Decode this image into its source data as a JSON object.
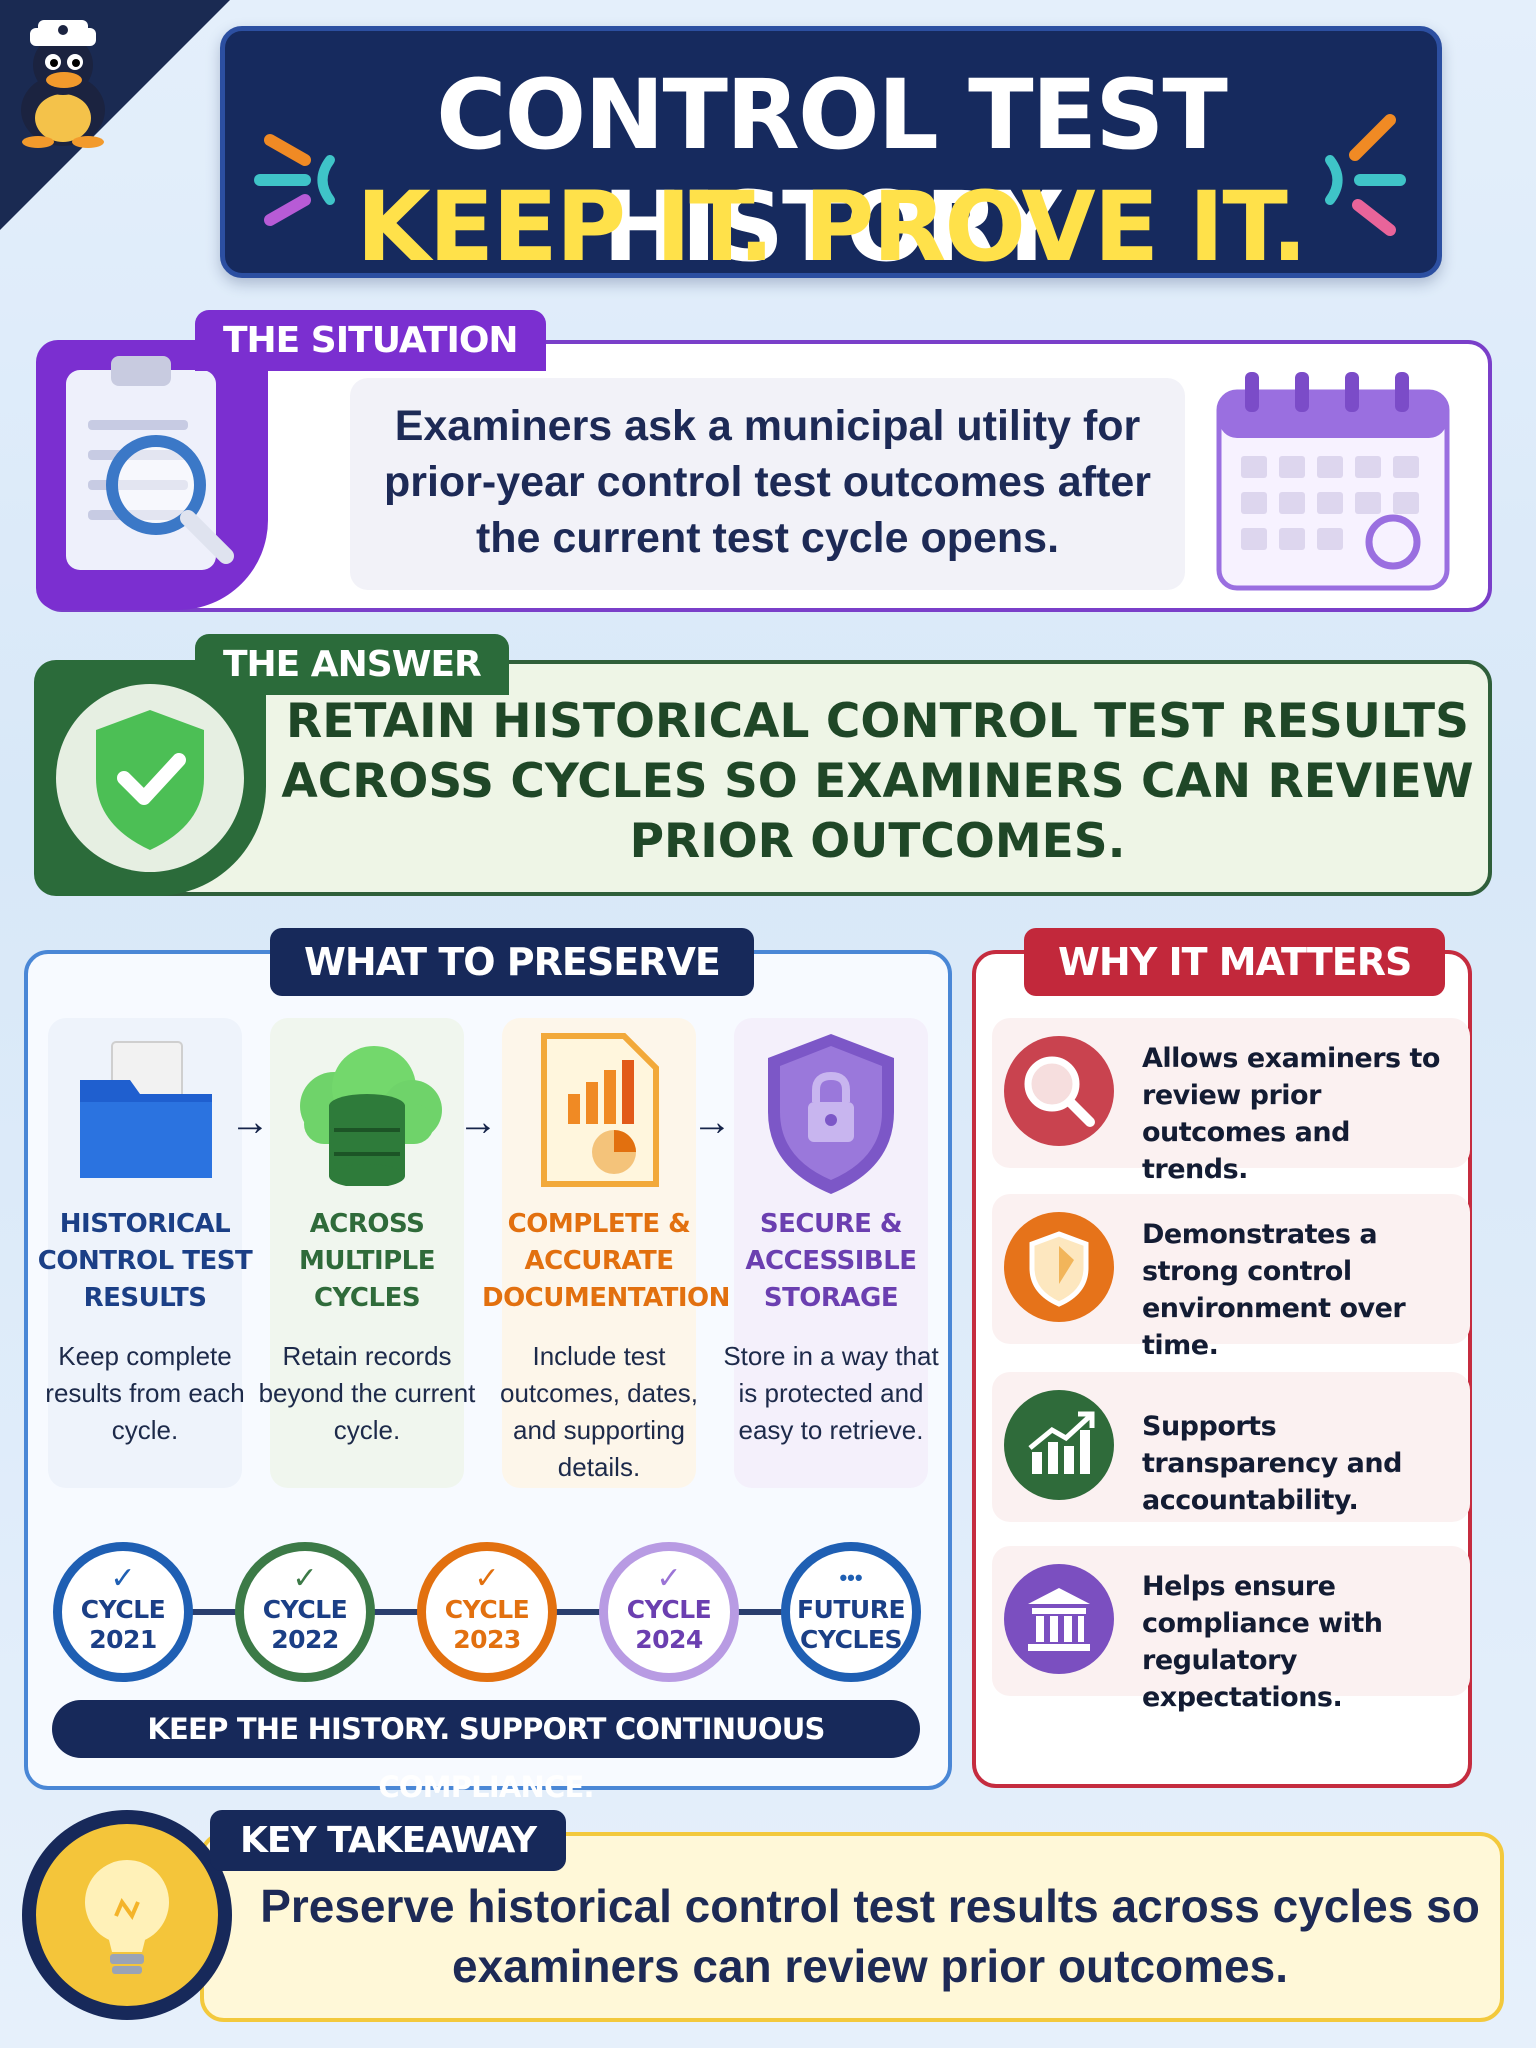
{
  "header": {
    "title_line1": "CONTROL TEST HISTORY",
    "title_line2": "KEEP IT. PROVE IT."
  },
  "situation": {
    "tab": "THE SITUATION",
    "text": "Examiners ask a municipal utility for prior-year control test outcomes after the current test cycle opens."
  },
  "answer": {
    "tab": "THE ANSWER",
    "text": "RETAIN HISTORICAL CONTROL TEST RESULTS ACROSS CYCLES SO EXAMINERS CAN REVIEW PRIOR OUTCOMES."
  },
  "preserve": {
    "tab": "WHAT TO PRESERVE",
    "pillars": [
      {
        "title": "HISTORICAL CONTROL TEST RESULTS",
        "desc": "Keep complete results from each cycle.",
        "icon": "folder-icon",
        "color": "#1b3f86"
      },
      {
        "title": "ACROSS MULTIPLE CYCLES",
        "desc": "Retain records beyond the current cycle.",
        "icon": "cloud-database-icon",
        "color": "#2f6b3a"
      },
      {
        "title": "COMPLETE & ACCURATE DOCUMENTATION",
        "desc": "Include test outcomes, dates, and supporting details.",
        "icon": "report-document-icon",
        "color": "#e2700f"
      },
      {
        "title": "SECURE & ACCESSIBLE STORAGE",
        "desc": "Store in a way that is protected and easy to retrieve.",
        "icon": "lock-shield-icon",
        "color": "#6b3fb0"
      }
    ],
    "cycles": [
      {
        "label1": "CYCLE",
        "label2": "2021",
        "mark": "✓",
        "color": "#1f5fb3"
      },
      {
        "label1": "CYCLE",
        "label2": "2022",
        "mark": "✓",
        "color": "#3c7a47"
      },
      {
        "label1": "CYCLE",
        "label2": "2023",
        "mark": "✓",
        "color": "#e2700f"
      },
      {
        "label1": "CYCLE",
        "label2": "2024",
        "mark": "✓",
        "color": "#9b74d6"
      },
      {
        "label1": "FUTURE",
        "label2": "CYCLES",
        "mark": "•••",
        "color": "#1f5fb3"
      }
    ],
    "banner": "KEEP THE HISTORY. SUPPORT CONTINUOUS COMPLIANCE."
  },
  "why": {
    "tab": "WHY IT MATTERS",
    "items": [
      {
        "text": "Allows examiners to review prior outcomes and trends.",
        "icon": "magnifier-icon",
        "color": "#c9434f"
      },
      {
        "text": "Demonstrates a strong control environment over time.",
        "icon": "shield-icon",
        "color": "#e6731a"
      },
      {
        "text": "Supports transparency and accountability.",
        "icon": "growth-chart-icon",
        "color": "#2f6b3a"
      },
      {
        "text": "Helps ensure compliance with regulatory expectations.",
        "icon": "government-building-icon",
        "color": "#7b4fc0"
      }
    ]
  },
  "takeaway": {
    "tab": "KEY TAKEAWAY",
    "text": "Preserve historical control test results across cycles so examiners can review prior outcomes."
  }
}
